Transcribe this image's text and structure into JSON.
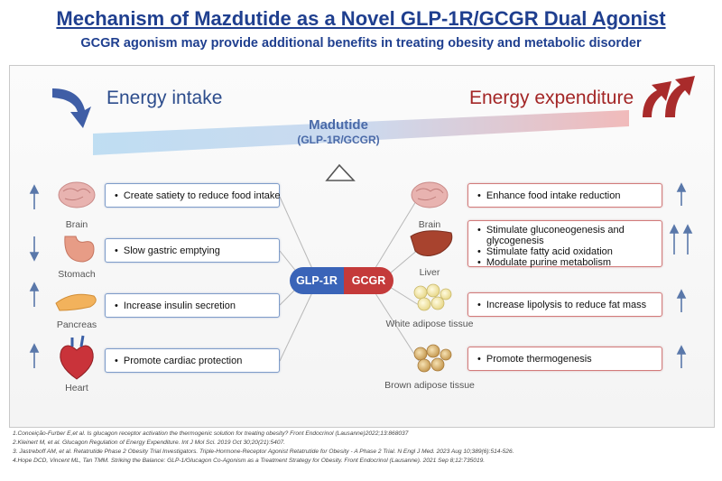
{
  "header": {
    "title": "Mechanism of Mazdutide as a Novel GLP-1R/GCGR Dual Agonist",
    "subtitle": "GCGR agonism may provide additional benefits in treating obesity and metabolic disorder"
  },
  "balance": {
    "left_label": "Energy intake",
    "right_label": "Energy expenditure",
    "drug_name": "Madutide",
    "drug_target": "(GLP-1R/GCGR)"
  },
  "receptors": {
    "left": "GLP-1R",
    "right": "GCGR"
  },
  "left_organs": [
    {
      "name": "Brain",
      "effect_lines": [
        "Create satiety to reduce food intake"
      ],
      "arrow": "up"
    },
    {
      "name": "Stomach",
      "effect_lines": [
        "Slow gastric emptying"
      ],
      "arrow": "down"
    },
    {
      "name": "Pancreas",
      "effect_lines": [
        "Increase insulin secretion"
      ],
      "arrow": "up"
    },
    {
      "name": "Heart",
      "effect_lines": [
        "Promote cardiac protection"
      ],
      "arrow": "up"
    }
  ],
  "right_organs": [
    {
      "name": "Brain",
      "effect_lines": [
        "Enhance food intake reduction"
      ],
      "arrow": "up"
    },
    {
      "name": "Liver",
      "effect_lines": [
        "Stimulate gluconeogenesis and glycogenesis",
        "Stimulate fatty acid oxidation",
        "Modulate purine metabolism"
      ],
      "arrow": "double-up"
    },
    {
      "name": "White adipose tissue",
      "effect_lines": [
        "Increase lipolysis to reduce fat mass"
      ],
      "arrow": "up"
    },
    {
      "name": "Brown adipose tissue",
      "effect_lines": [
        "Promote thermogenesis"
      ],
      "arrow": "up"
    }
  ],
  "references": [
    "1.Conceição-Furber E,et al. Is glucagon receptor activation the thermogenic solution for treating obesity? Front Endocrinol (Lausanne)2022;13:868037",
    "2.Kleinert M, et al. Glucagon Regulation of Energy Expenditure. Int J Mol Sci. 2019 Oct 30;20(21):5407.",
    "3. Jastreboff AM, et al. Retatrutide Phase 2 Obesity Trial Investigators. Triple-Hormone-Receptor Agonist Retatrutide for Obesity - A Phase 2 Trial. N Engl J Med. 2023 Aug 10;389(6):514-526.",
    "4.Hope DCD, Vincent ML, Tan TMM. Striking the Balance: GLP-1/Glucagon Co-Agonism as a Treatment Strategy for Obesity. Front Endocrinol (Lausanne). 2021 Sep 8;12:735019."
  ],
  "colors": {
    "title": "#1f3f8f",
    "intake_blue": "#2c4c8c",
    "expenditure_red": "#a32626",
    "glp1r": "#3a64b8",
    "gcgr": "#c43a3a"
  }
}
